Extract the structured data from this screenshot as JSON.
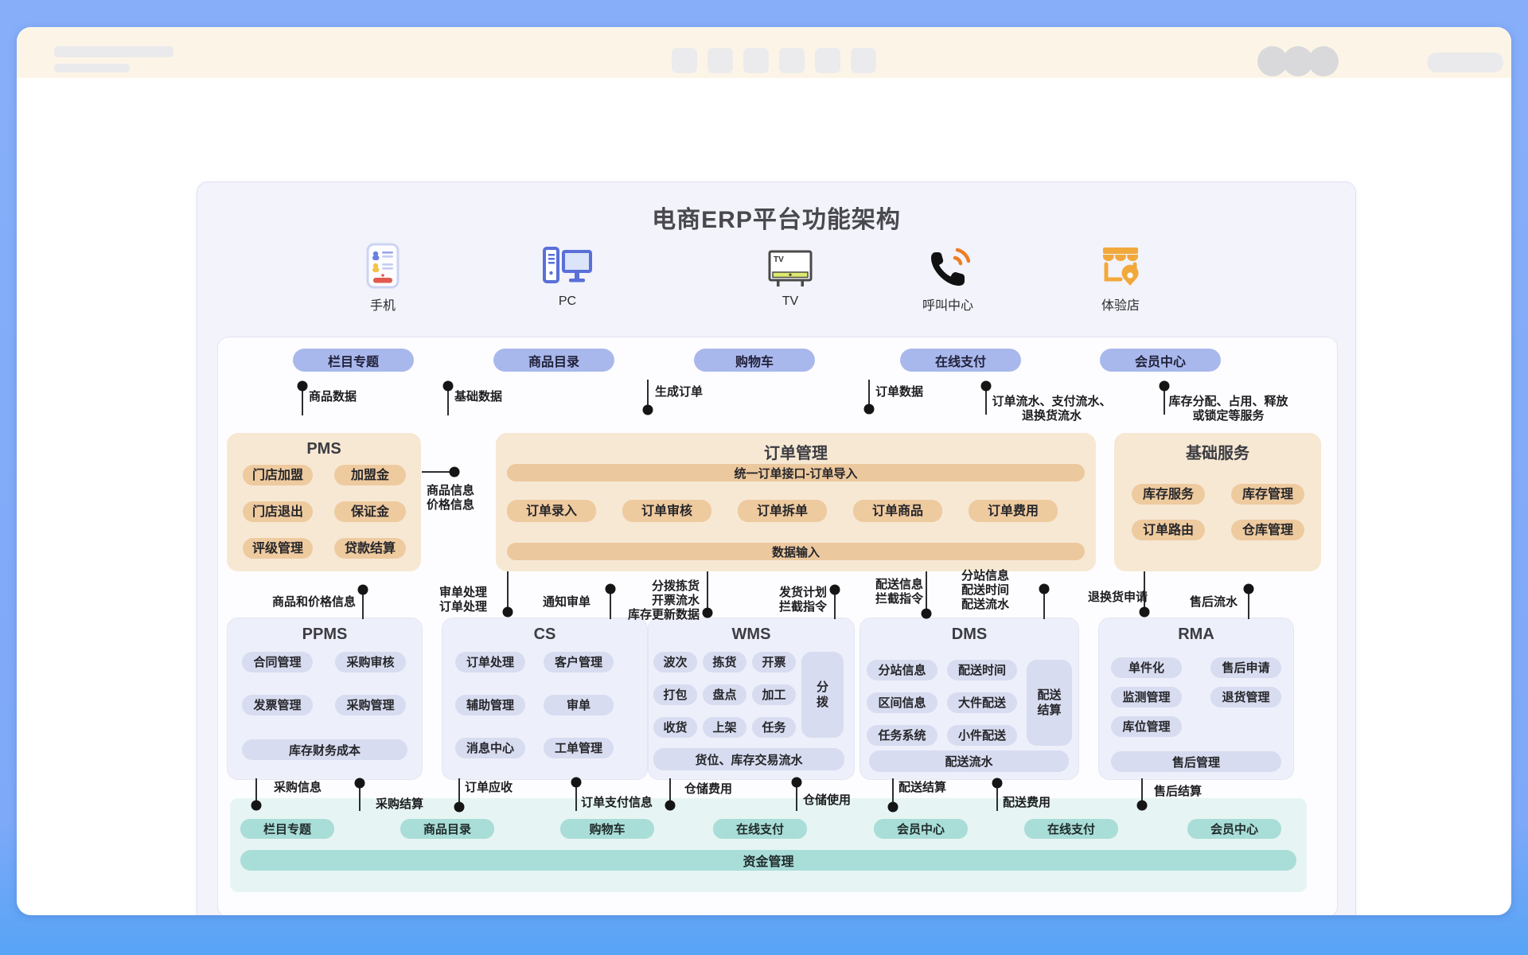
{
  "title": "电商ERP平台功能架构",
  "colors": {
    "frame_blue": "#7ea9f8",
    "browser_cream": "#fcf5e7",
    "diagram_bg": "#f2f3fb",
    "accent_purple": "#a9b8ec",
    "tan_box": "#f7e8d4",
    "accent_tan": "#eeca9f",
    "lavender_box": "#edeffa",
    "accent_lavender": "#d7dcf0",
    "teal_box": "#e6f5f3",
    "accent_teal": "#a9ddd8",
    "connector_black": "#151515"
  },
  "channels": [
    {
      "label": "手机"
    },
    {
      "label": "PC"
    },
    {
      "label": "TV"
    },
    {
      "label": "呼叫中心"
    },
    {
      "label": "体验店"
    }
  ],
  "front_pills": [
    "栏目专题",
    "商品目录",
    "购物车",
    "在线支付",
    "会员中心"
  ],
  "top_connectors": [
    {
      "text": "商品数据"
    },
    {
      "text": "基础数据"
    },
    {
      "text": "生成订单"
    },
    {
      "text": "订单数据"
    },
    {
      "text": "订单流水、支付流水、\n退换货流水"
    },
    {
      "text": "库存分配、占用、释放\n或锁定等服务"
    }
  ],
  "pms": {
    "title": "PMS",
    "items": [
      "门店加盟",
      "加盟金",
      "门店退出",
      "保证金",
      "评级管理",
      "贷款结算"
    ]
  },
  "pms_order_link": "商品信息\n价格信息",
  "order": {
    "title": "订单管理",
    "top_bar": "统一订单接口-订单导入",
    "pills": [
      "订单录入",
      "订单审核",
      "订单拆单",
      "订单商品",
      "订单费用"
    ],
    "bottom_bar": "数据输入"
  },
  "base": {
    "title": "基础服务",
    "items": [
      "库存服务",
      "库存管理",
      "订单路由",
      "仓库管理"
    ]
  },
  "mid_connectors": [
    {
      "text": "商品和价格信息"
    },
    {
      "text": "审单处理\n订单处理"
    },
    {
      "text": "通知审单"
    },
    {
      "text": "分拨拣货\n开票流水\n库存更新数据"
    },
    {
      "text": "发货计划\n拦截指令"
    },
    {
      "text": "配送信息\n拦截指令"
    },
    {
      "text": "分站信息\n配送时间\n配送流水"
    },
    {
      "text": "退换货申请"
    },
    {
      "text": "售后流水"
    }
  ],
  "ppms": {
    "title": "PPMS",
    "items": [
      "合同管理",
      "采购审核",
      "发票管理",
      "采购管理"
    ],
    "wide": "库存财务成本"
  },
  "cs": {
    "title": "CS",
    "items": [
      "订单处理",
      "客户管理",
      "辅助管理",
      "审单",
      "消息中心",
      "工单管理"
    ]
  },
  "wms": {
    "title": "WMS",
    "items": [
      "波次",
      "拣货",
      "开票",
      "打包",
      "盘点",
      "加工",
      "收货",
      "上架",
      "任务"
    ],
    "tall": "分\n拨",
    "wide": "货位、库存交易流水"
  },
  "dms": {
    "title": "DMS",
    "items": [
      "分站信息",
      "配送时间",
      "区间信息",
      "大件配送",
      "任务系统",
      "小件配送"
    ],
    "tall": "配送\n结算",
    "wide": "配送流水"
  },
  "rma": {
    "title": "RMA",
    "items": [
      "单件化",
      "售后申请",
      "监测管理",
      "退货管理",
      "库位管理"
    ],
    "wide": "售后管理"
  },
  "bottom_connectors": [
    {
      "text": "采购信息"
    },
    {
      "text": "采购结算"
    },
    {
      "text": "订单应收"
    },
    {
      "text": "订单支付信息"
    },
    {
      "text": "仓储费用"
    },
    {
      "text": "仓储使用"
    },
    {
      "text": "配送结算"
    },
    {
      "text": "配送费用"
    },
    {
      "text": "售后结算"
    }
  ],
  "footer": {
    "pills": [
      "栏目专题",
      "商品目录",
      "购物车",
      "在线支付",
      "会员中心",
      "在线支付",
      "会员中心"
    ],
    "bar": "资金管理"
  }
}
